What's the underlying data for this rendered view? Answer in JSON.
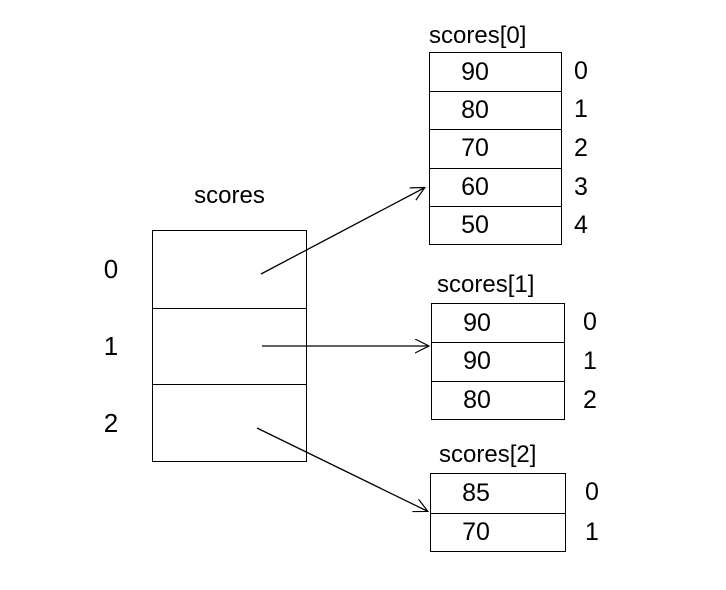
{
  "canvas": {
    "background": "#ffffff",
    "line_color": "#000000",
    "text_color": "#000000"
  },
  "main_array": {
    "title": "scores",
    "row_indices": [
      "0",
      "1",
      "2"
    ]
  },
  "sub_arrays": [
    {
      "title": "scores[0]",
      "values": [
        "90",
        "80",
        "70",
        "60",
        "50"
      ],
      "row_indices": [
        "0",
        "1",
        "2",
        "3",
        "4"
      ]
    },
    {
      "title": "scores[1]",
      "values": [
        "90",
        "90",
        "80"
      ],
      "row_indices": [
        "0",
        "1",
        "2"
      ]
    },
    {
      "title": "scores[2]",
      "values": [
        "85",
        "70"
      ],
      "row_indices": [
        "0",
        "1"
      ]
    }
  ],
  "arrows": [
    {
      "name": "arrow-main-0-to-scores0",
      "from": "main cell 0",
      "to": "scores[0]"
    },
    {
      "name": "arrow-main-1-to-scores1",
      "from": "main cell 1",
      "to": "scores[1]"
    },
    {
      "name": "arrow-main-2-to-scores2",
      "from": "main cell 2",
      "to": "scores[2]"
    }
  ]
}
